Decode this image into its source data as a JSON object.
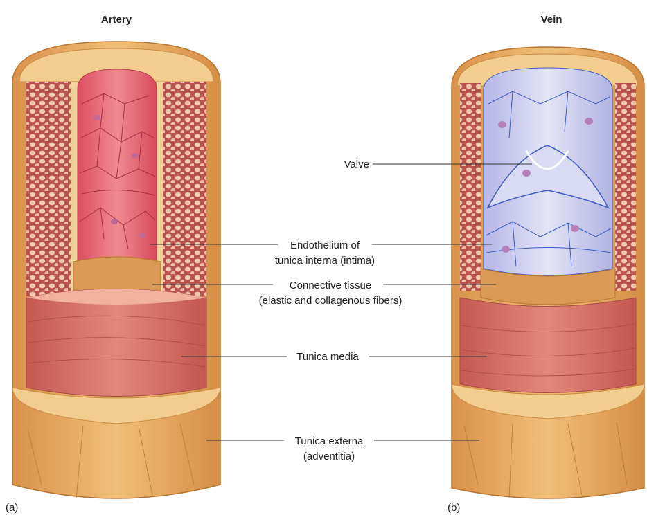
{
  "titles": {
    "artery": "Artery",
    "vein": "Vein"
  },
  "panels": {
    "a": "(a)",
    "b": "(b)"
  },
  "labels": {
    "valve": "Valve",
    "endothelium_line1": "Endothelium of",
    "endothelium_line2": "tunica interna (intima)",
    "connective_line1": "Connective tissue",
    "connective_line2": "(elastic and collagenous fibers)",
    "media": "Tunica media",
    "externa_line1": "Tunica externa",
    "externa_line2": "(adventitia)"
  },
  "colors": {
    "adventitia": "#e0a35a",
    "adventitia_light": "#f3cf94",
    "media": "#cf6f62",
    "media_light": "#e79a8c",
    "artery_lumen": "#e7707c",
    "vein_lumen": "#c9c9ea",
    "vein_lines": "#3a5bc4",
    "connective": "#d99a55"
  }
}
